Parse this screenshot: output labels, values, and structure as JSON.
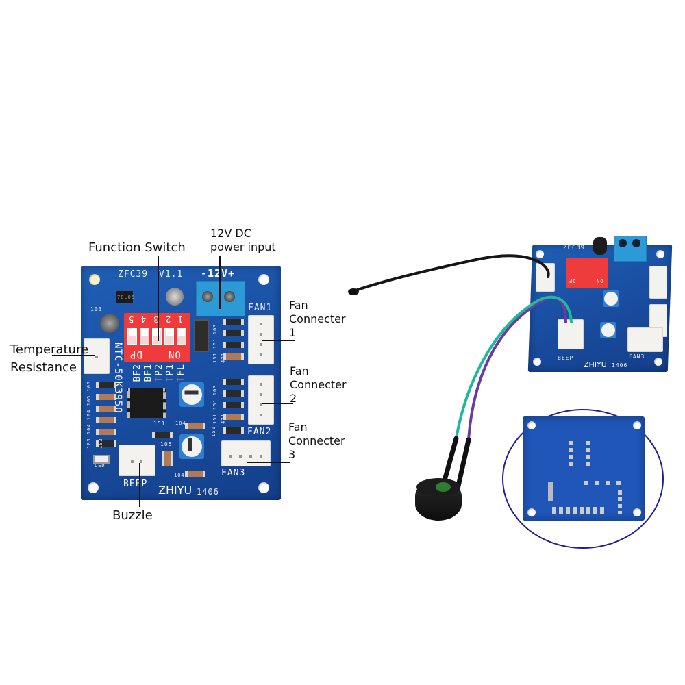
{
  "annotations": {
    "function_switch": "Function Switch",
    "power_input_line1": "12V DC",
    "power_input_line2": "power input",
    "temperature_line1": "Temperature",
    "temperature_line2": "Resistance",
    "fan1_line1": "Fan",
    "fan1_line2": "Connecter",
    "fan1_line3": "1",
    "fan2_line1": "Fan",
    "fan2_line2": "Connecter",
    "fan2_line3": "2",
    "fan3_line1": "Fan",
    "fan3_line2": "Connecter",
    "fan3_line3": "3",
    "buzzle": "Buzzle"
  },
  "front_board": {
    "model": "ZFC39",
    "version": "V1.1",
    "power_marking": "-12V+",
    "fan1": "FAN1",
    "fan2": "FAN2",
    "fan3": "FAN3",
    "beep": "BEEP",
    "brand": "ZHIYU",
    "date_code": "1406",
    "ntc": "NTC-50K3950",
    "regulator": "78L05",
    "led": "LED",
    "dip_numbers": [
      "5",
      "4",
      "3",
      "2",
      "1"
    ],
    "dip_dp": "DP",
    "dip_on": "ON",
    "modes": [
      "TFL",
      "TP1",
      "TP2",
      "BF1",
      "BF2"
    ],
    "resistor_codes": [
      "151",
      "151",
      "103",
      "471",
      "151",
      "151",
      "103",
      "471",
      "151"
    ],
    "left_codes": [
      "103",
      "104",
      "104",
      "105",
      "105",
      "103"
    ],
    "misc_codes": [
      "103",
      "151",
      "105",
      "104",
      "104"
    ]
  },
  "side_board": {
    "model": "ZFC39",
    "beep": "BEEP",
    "fan3": "FAN3",
    "brand": "ZHIYU",
    "date_code": "1406",
    "dip_dp": "DP",
    "dip_on": "ON"
  },
  "colors": {
    "pcb": "#1a4fa3",
    "dip_switch": "#ef3b3b",
    "terminal": "#2b9ad6",
    "wire_purple": "#6a3aa0",
    "wire_green": "#1fb89a",
    "circle_frame": "#1f1f8f"
  }
}
